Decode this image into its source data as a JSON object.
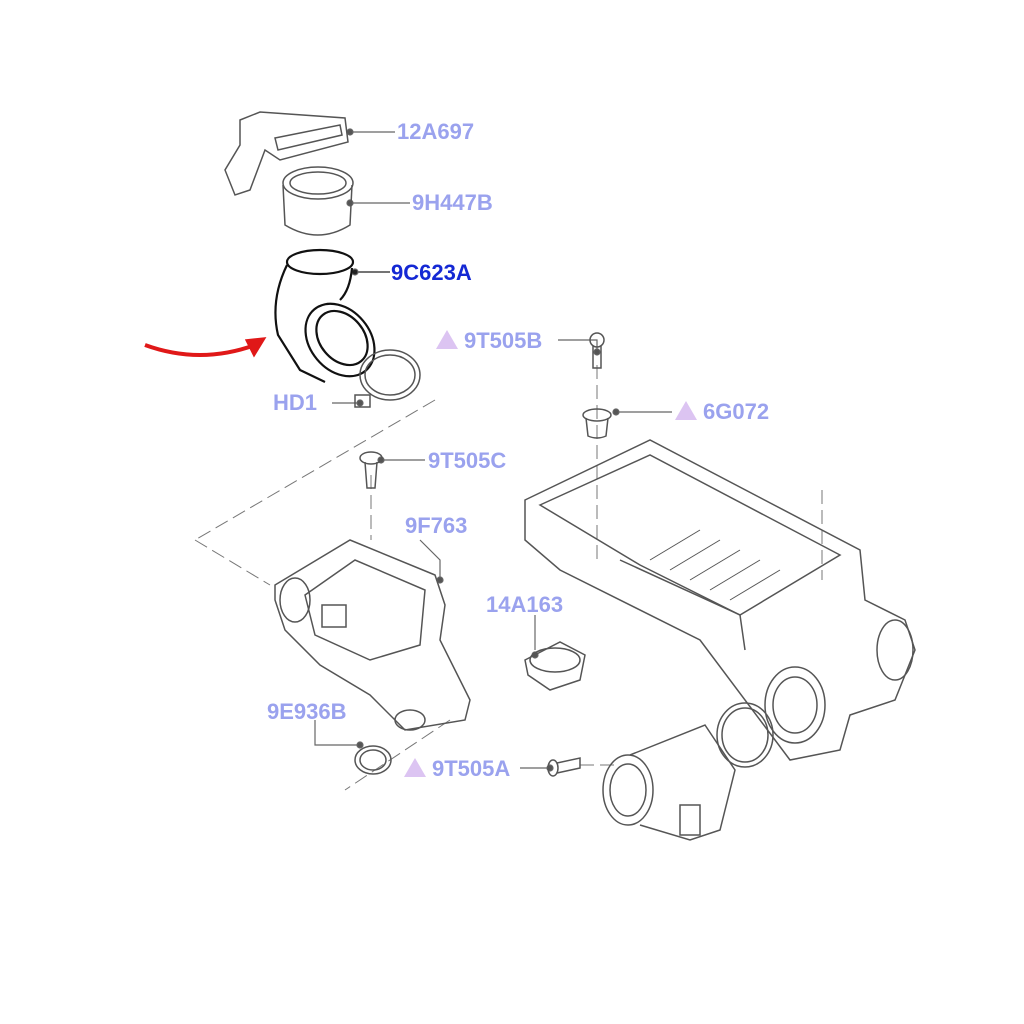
{
  "colors": {
    "label": "#9aa2ee",
    "highlight": "#1428d4",
    "triangle": "#dcc4f2",
    "arrow": "#e01818",
    "line": "#555555"
  },
  "labels": {
    "p12A697": "12A697",
    "p9H447B": "9H447B",
    "p9C623A": "9C623A",
    "p9T505B": "9T505B",
    "pHD1": "HD1",
    "p6G072": "6G072",
    "p9T505C": "9T505C",
    "p9F763": "9F763",
    "p14A163": "14A163",
    "p9E936B": "9E936B",
    "p9T505A": "9T505A"
  }
}
